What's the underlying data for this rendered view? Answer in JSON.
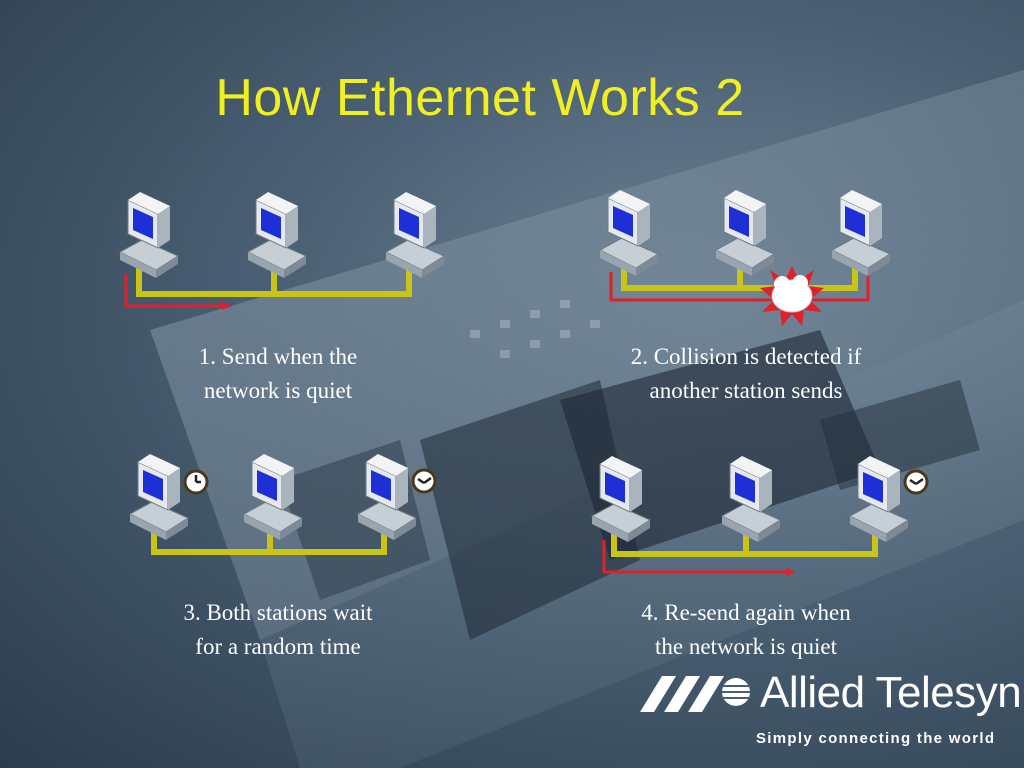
{
  "title": "How Ethernet Works  2",
  "captions": [
    {
      "line1": "1. Send when the",
      "line2": "network is quiet"
    },
    {
      "line1": "2. Collision is detected if",
      "line2": "another station sends"
    },
    {
      "line1": "3. Both stations wait",
      "line2": "for a random time"
    },
    {
      "line1": "4. Re-send again when",
      "line2": "the network is quiet"
    }
  ],
  "logo": {
    "name": "Allied Telesyn",
    "tagline": "Simply connecting the world"
  },
  "colors": {
    "title": "#f0f020",
    "bus": "#c9c418",
    "signal": "#e0202a",
    "caption": "#ffffff"
  },
  "icons": [
    "computer-icon",
    "clock-icon",
    "collision-burst-icon",
    "logo-mark-icon"
  ]
}
